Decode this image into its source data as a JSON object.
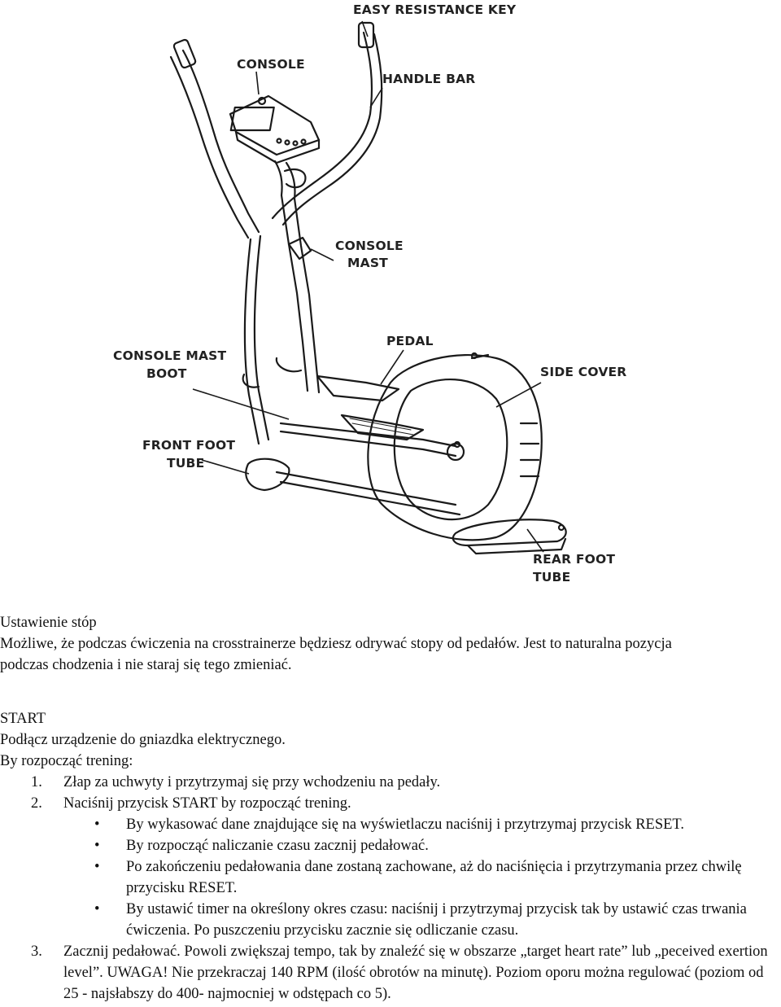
{
  "figure": {
    "labels": {
      "easy_resistance_key": "EASY RESISTANCE KEY",
      "console": "CONSOLE",
      "handle_bar": "HANDLE BAR",
      "console_mast_1": "CONSOLE",
      "console_mast_2": "MAST",
      "pedal": "PEDAL",
      "console_mast_boot_1": "CONSOLE MAST",
      "console_mast_boot_2": "BOOT",
      "side_cover": "SIDE COVER",
      "front_foot_tube_1": "FRONT FOOT",
      "front_foot_tube_2": "TUBE",
      "rear_foot_tube_1": "REAR FOOT",
      "rear_foot_tube_2": "TUBE"
    }
  },
  "section1": {
    "heading": "Ustawienie stóp",
    "para_line1": "Możliwe, że podczas ćwiczenia na crosstrainerze będziesz odrywać stopy od pedałów. Jest to naturalna pozycja",
    "para_line2": "podczas chodzenia i nie staraj się tego zmieniać."
  },
  "section2": {
    "heading": "START",
    "line1": "Podłącz urządzenie do gniazdka elektrycznego.",
    "line2": "By rozpocząć trening:",
    "steps": [
      {
        "num": "1.",
        "text": "Złap za uchwyty i przytrzymaj się przy wchodzeniu na pedały."
      },
      {
        "num": "2.",
        "text": "Naciśnij przycisk START by rozpocząć trening."
      }
    ],
    "bullets": [
      {
        "dot": "•",
        "text": "By wykasować dane znajdujące się na wyświetlaczu naciśnij i przytrzymaj przycisk RESET."
      },
      {
        "dot": "•",
        "text": "By rozpocząć naliczanie czasu zacznij pedałować."
      },
      {
        "dot": "•",
        "text": "Po zakończeniu pedałowania dane zostaną zachowane, aż do naciśnięcia i przytrzymania przez chwilę przycisku RESET."
      },
      {
        "dot": "•",
        "text": "By ustawić timer na określony okres czasu: naciśnij i przytrzymaj przycisk tak by ustawić czas trwania ćwiczenia. Po puszczeniu przycisku zacznie się odliczanie czasu."
      }
    ],
    "step3": {
      "num": "3.",
      "text": "Zacznij pedałować. Powoli zwiększaj tempo, tak by znaleźć się w obszarze „target heart rate” lub „peceived exertion level”. UWAGA! Nie przekraczaj 140 RPM (ilość obrotów na minutę). Poziom oporu można regulować (poziom od 25 - najsłabszy do 400- najmocniej w odstępach co 5)."
    }
  }
}
